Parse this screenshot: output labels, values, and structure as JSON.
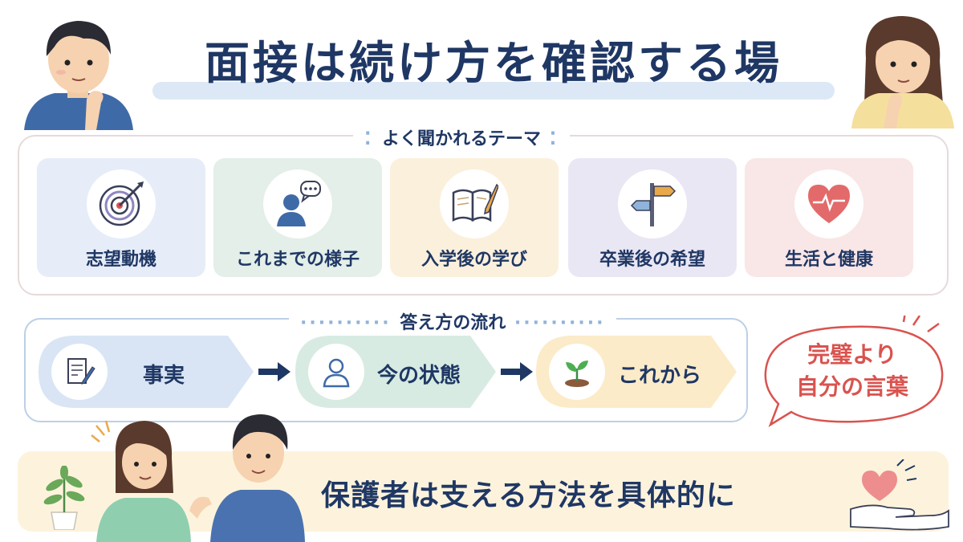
{
  "title": "面接は続け方を確認する場",
  "themes": {
    "label": "よく聞かれるテーマ",
    "items": [
      {
        "label": "志望動機",
        "icon": "target-icon",
        "color": "#e6edf8"
      },
      {
        "label": "これまでの様子",
        "icon": "person-speech-icon",
        "color": "#e3efe8"
      },
      {
        "label": "入学後の学び",
        "icon": "book-pencil-icon",
        "color": "#fbf0dc"
      },
      {
        "label": "卒業後の希望",
        "icon": "signpost-icon",
        "color": "#eae7f4"
      },
      {
        "label": "生活と健康",
        "icon": "heart-pulse-icon",
        "color": "#f9e6e6"
      }
    ]
  },
  "flow": {
    "label": "答え方の流れ",
    "steps": [
      {
        "label": "事実",
        "icon": "document-pen-icon",
        "color": "#d9e5f5"
      },
      {
        "label": "今の状態",
        "icon": "person-icon",
        "color": "#d7ebe2"
      },
      {
        "label": "これから",
        "icon": "sprout-icon",
        "color": "#fbebc8"
      }
    ]
  },
  "bubble": {
    "line1": "完璧より",
    "line2": "自分の言葉",
    "color": "#d9534f"
  },
  "footer": {
    "text": "保護者は支える方法を具体的に"
  },
  "colors": {
    "navy": "#1f3764",
    "accent_red": "#d9534f",
    "footer_bg": "#fdf3dc"
  }
}
